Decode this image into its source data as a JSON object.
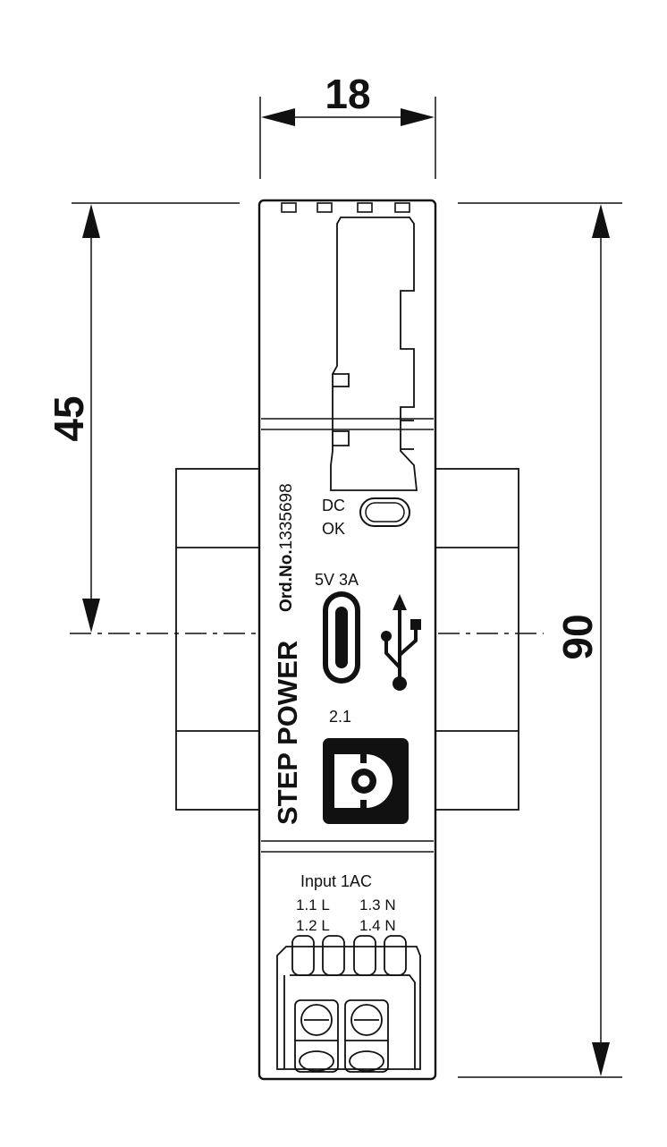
{
  "dimensions": {
    "width": "18",
    "height_top": "45",
    "height_total": "90"
  },
  "device": {
    "brand": "STEP POWER",
    "order_prefix": "Ord.No.",
    "order_number": "1335698",
    "status_led_line1": "DC",
    "status_led_line2": "OK",
    "usb_rating": "5V 3A",
    "usb_version": "2.1",
    "input_title": "Input 1AC",
    "terminal_1_1": "1.1 L",
    "terminal_1_2": "1.2 L",
    "terminal_1_3": "1.3 N",
    "terminal_1_4": "1.4 N"
  },
  "icons": [
    "usb-c-port-icon",
    "usb-trident-icon",
    "phoenix-contact-logo",
    "led-window-icon"
  ],
  "colors": {
    "line": "#111111",
    "background": "#ffffff"
  }
}
